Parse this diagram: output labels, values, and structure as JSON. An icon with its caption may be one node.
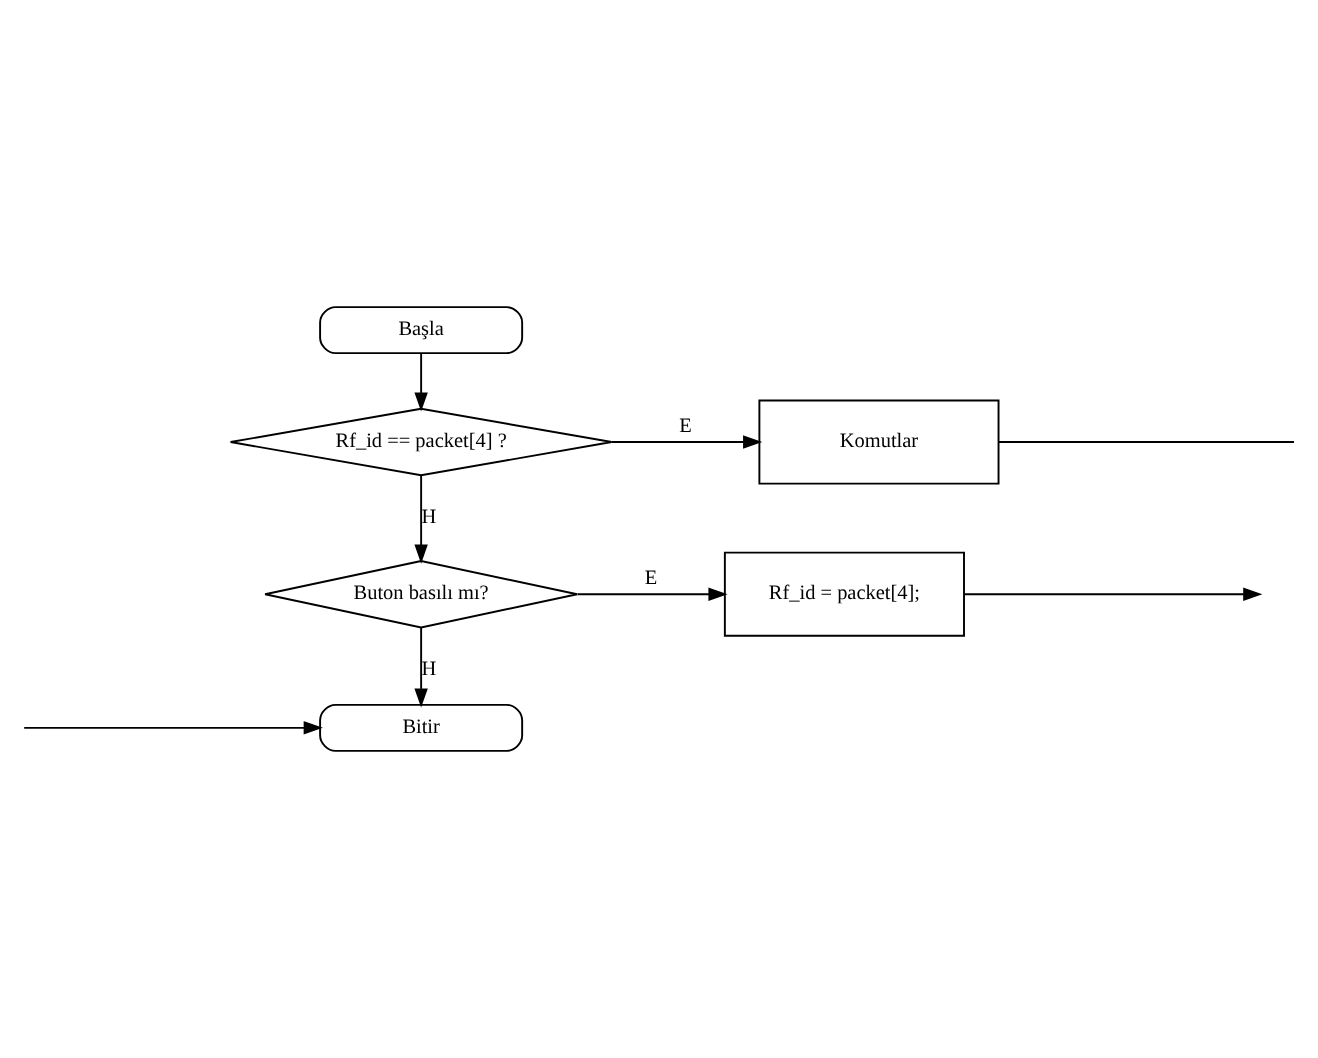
{
  "diagram": {
    "nodes": [
      {
        "text": [
          "Başla"
        ]
      },
      {
        "text": [
          "Rf_id == packet[4] ?"
        ]
      },
      {
        "text": [
          "Komutlar"
        ]
      },
      {
        "text": [
          "Buton basılı mı?"
        ]
      },
      {
        "text": [
          "Rf_id = packet[4];"
        ]
      },
      {
        "text": [
          "Bitir"
        ]
      }
    ],
    "edges": [
      {
        "from": 0,
        "to": 1,
        "arrow": "to"
      },
      {
        "from": 1,
        "to": 2,
        "arrow": "to",
        "label": "E"
      },
      {
        "from": 1,
        "to": 3,
        "arrow": "to",
        "label": "H"
      },
      {
        "from": 3,
        "to": 4,
        "arrow": "to",
        "label": "E"
      },
      {
        "from": 3,
        "to": 5,
        "arrow": "to",
        "label": "H"
      },
      {
        "from": 2,
        "to": null,
        "arrow": "none"
      },
      {
        "from": 4,
        "to": null,
        "arrow": "to"
      },
      {
        "from": null,
        "to": 5,
        "arrow": "to"
      }
    ]
  }
}
